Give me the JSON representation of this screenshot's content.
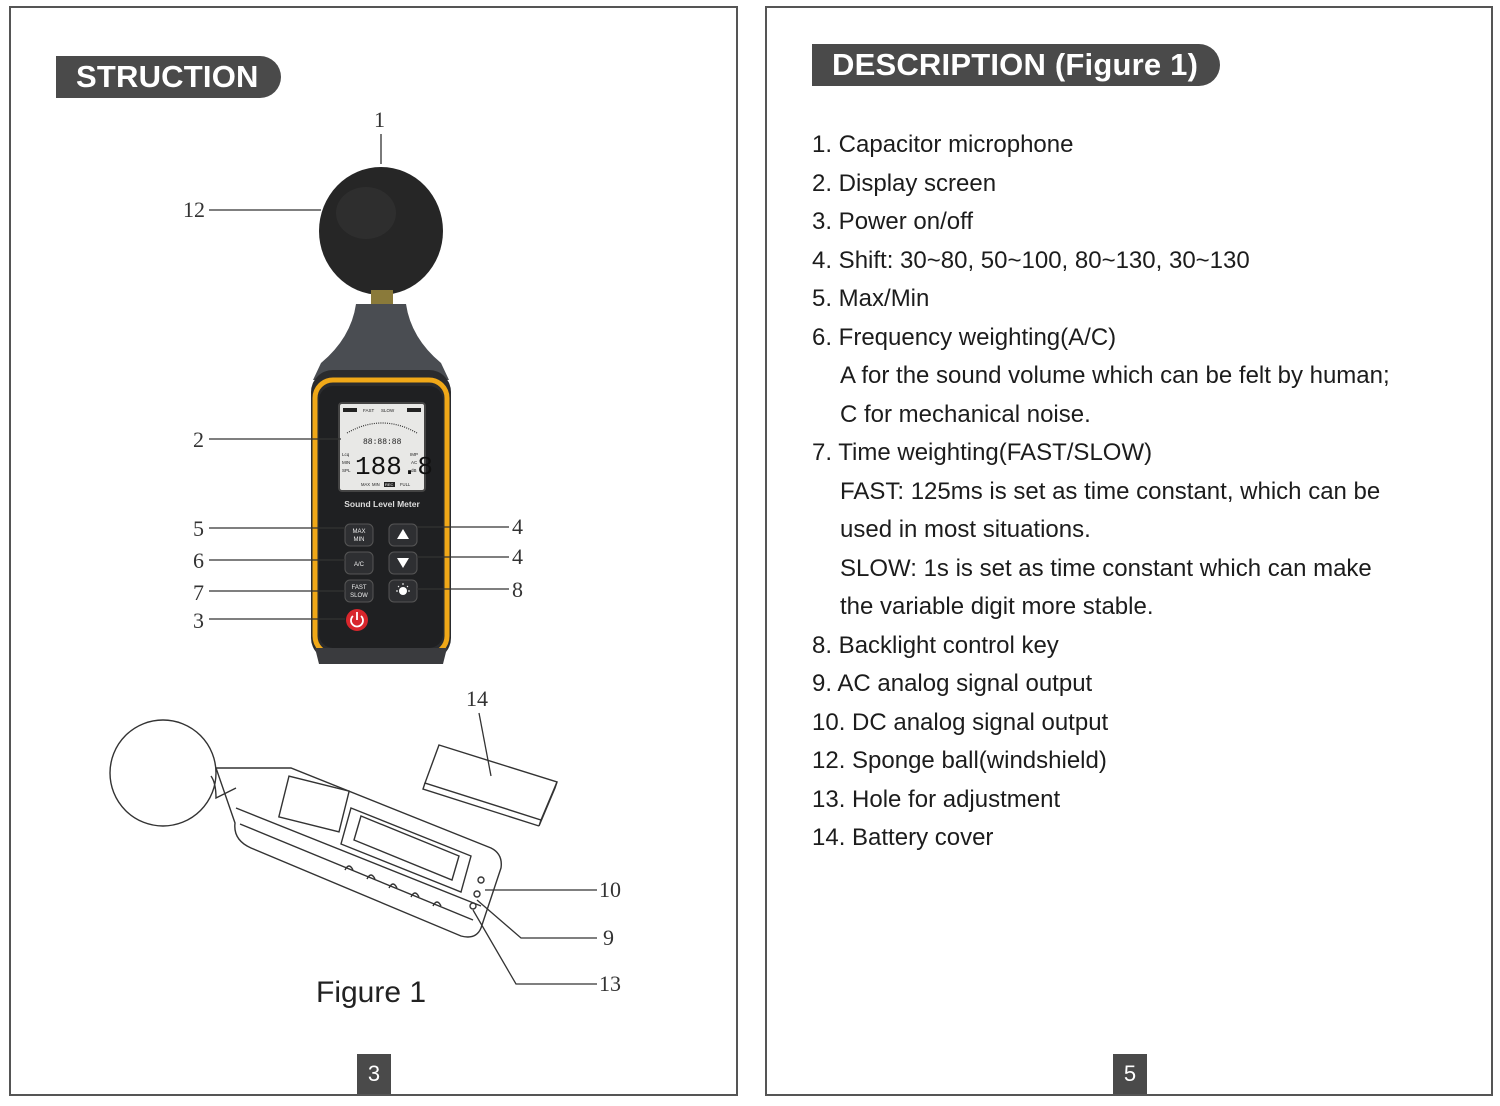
{
  "left_page": {
    "banner": "STRUCTION",
    "page_number": "3",
    "figure_caption": "Figure 1",
    "meter_screen": {
      "digits": "188.8",
      "small_digits": "88:88:88",
      "brand": "Sound Level Meter",
      "left_labels": [
        "Lcq",
        "MIN",
        "SPL"
      ],
      "right_labels": [
        "IMP",
        "AC",
        "dB"
      ],
      "bottom_labels": [
        "MAX",
        "MIN",
        "REC",
        "FULL"
      ],
      "top_labels": [
        "FAST",
        "SLOW"
      ]
    },
    "buttons": {
      "max_min": "MAX MIN",
      "ac": "A/C",
      "fast_slow": "FAST SLOW"
    },
    "callouts": [
      "1",
      "12",
      "2",
      "5",
      "6",
      "7",
      "3",
      "4",
      "4",
      "8",
      "14",
      "10",
      "9",
      "13"
    ]
  },
  "right_page": {
    "banner": "DESCRIPTION (Figure 1)",
    "page_number": "5",
    "items": [
      {
        "text": "1. Capacitor microphone",
        "indent": false
      },
      {
        "text": "2. Display screen",
        "indent": false
      },
      {
        "text": "3. Power on/off",
        "indent": false
      },
      {
        "text": "4. Shift: 30~80, 50~100, 80~130, 30~130",
        "indent": false
      },
      {
        "text": "5. Max/Min",
        "indent": false
      },
      {
        "text": "6. Frequency weighting(A/C)",
        "indent": false
      },
      {
        "text": "A for the sound volume which can be felt by human;",
        "indent": true
      },
      {
        "text": "C for mechanical noise.",
        "indent": true
      },
      {
        "text": "7. Time weighting(FAST/SLOW)",
        "indent": false
      },
      {
        "text": "FAST: 125ms is set as time constant, which can be",
        "indent": true
      },
      {
        "text": "used in most situations.",
        "indent": true
      },
      {
        "text": "SLOW: 1s is set as time constant which can make",
        "indent": true
      },
      {
        "text": "the variable digit more stable.",
        "indent": true
      },
      {
        "text": "8. Backlight control key",
        "indent": false
      },
      {
        "text": "9. AC analog signal output",
        "indent": false
      },
      {
        "text": "10. DC analog signal output",
        "indent": false
      },
      {
        "text": "12. Sponge ball(windshield)",
        "indent": false
      },
      {
        "text": "13. Hole for adjustment",
        "indent": false
      },
      {
        "text": "14. Battery cover",
        "indent": false
      }
    ]
  }
}
